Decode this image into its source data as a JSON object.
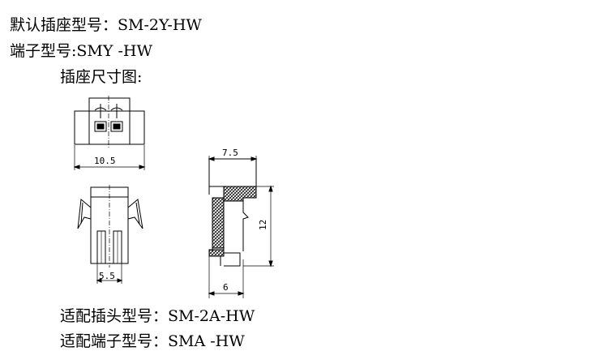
{
  "header": {
    "socket_model": "默认插座型号：SM-2Y-HW",
    "terminal_model": "端子型号:SMY -HW",
    "socket_dimension_title": "插座尺寸图:"
  },
  "dimensions": {
    "front_width": "10.5",
    "bottom_width": "5.5",
    "side_top": "7.5",
    "side_height": "12",
    "side_bottom": "6"
  },
  "footer": {
    "mating_plug_model": "适配插头型号：SM-2A-HW",
    "mating_terminal_model": "适配端子型号：SMA -HW"
  }
}
